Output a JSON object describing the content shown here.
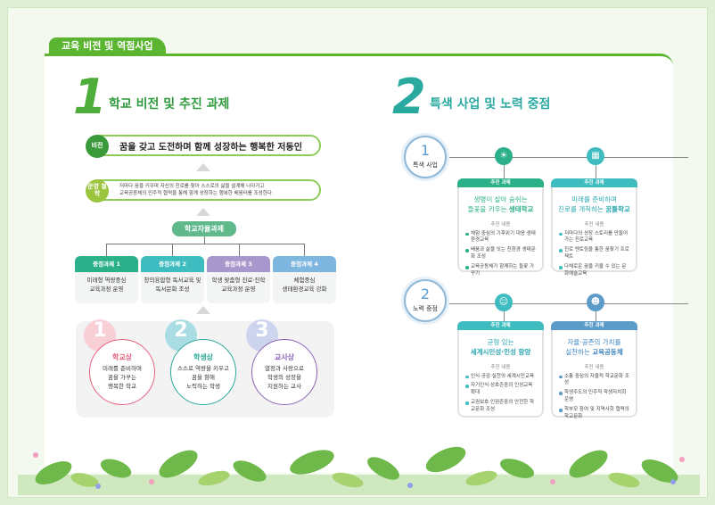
{
  "header": {
    "tab": "교육 비전 및 역점사업"
  },
  "section1": {
    "number": "1",
    "title": "학교 비전 및 추진 과제",
    "vision": {
      "badge": "비전",
      "text": "꿈을 갖고 도전하며 함께 성장하는 행복한 저동인"
    },
    "philosophy": {
      "badge": "운영 철학",
      "line1": "저마다 꿈을 키우며 자신의 진로를 찾아 스스로의 삶을 설계해 나아가고",
      "line2": "교육공동체의 민주적 협력을 통해 함께 성장하는 행복한 배움터를 조성한다."
    },
    "autonomy": "학교자율과제",
    "tasks": [
      {
        "head": "중점과제 1",
        "line1": "미래형 역량중심",
        "line2": "교육과정 운영",
        "color": "#2bb08a"
      },
      {
        "head": "중점과제 2",
        "line1": "창의융합형 독서교육 및",
        "line2": "독서문화 조성",
        "color": "#3fbcc0"
      },
      {
        "head": "중점과제 3",
        "line1": "학생 맞춤형 진로·진학",
        "line2": "교육과정 운영",
        "color": "#a897cc"
      },
      {
        "head": "중점과제 4",
        "line1": "체험중심",
        "line2": "생태환경교육 강화",
        "color": "#7fb6e0"
      }
    ],
    "images": [
      {
        "num": "1",
        "title": "학교상",
        "l1": "미래를 준비하며",
        "l2": "꿈을 가꾸는",
        "l3": "행복한 학교",
        "color": "#e8607e",
        "ghost": "#f7cfd4"
      },
      {
        "num": "2",
        "title": "학생상",
        "l1": "스스로 역량을 키우고",
        "l2": "꿈을 향해",
        "l3": "노력하는 학생",
        "color": "#2aa99a",
        "ghost": "#a9dde3"
      },
      {
        "num": "3",
        "title": "교사상",
        "l1": "열정과 사랑으로",
        "l2": "학생의 성장을",
        "l3": "지원하는 교사",
        "color": "#8c63b8",
        "ghost": "#cdd4ee"
      }
    ]
  },
  "section2": {
    "number": "2",
    "title": "특색 사업 및 노력 중점",
    "rows": [
      {
        "num": "1",
        "label": "특색 사업",
        "cards": [
          {
            "head": "추진 과제",
            "t1": "생명이 살아 숨쉬는",
            "t2a": "들꽃을 키우는 ",
            "t2b": "생태학교",
            "sub": "추진 내용",
            "items": [
              "체험 중심의 기후위기 대응 생태환경교육",
              "배움과 삶을 잇는 친환경 생태문화 조성",
              "교육공동체가 함께하는 들꽃 가꾸기"
            ],
            "color": "#2bb08a"
          },
          {
            "head": "추진 과제",
            "t1": "미래를 준비하며",
            "t2a": "진로를 개척하는 ",
            "t2b": "꿈틀학교",
            "sub": "추진 내용",
            "items": [
              "저마다의 성장 스토리를 만들어가는 진로교육",
              "진로 멘토링을 통한 꿈찾기 프로젝트",
              "다채로운 꿈을 키울 수 있는 문화예술교육"
            ],
            "color": "#3fbcc0"
          }
        ]
      },
      {
        "num": "2",
        "label": "노력 중점",
        "cards": [
          {
            "head": "추진 과제",
            "t1": "균형 있는",
            "t2a": "세계시민성·인성 함양",
            "t2b": "",
            "sub": "추진 내용",
            "items": [
              "인식·공감·실천의 세계시민교육",
              "자기인식·상호존중의 인성교육 확대",
              "교권보호·인권존중의 안전한 학교문화 조성"
            ],
            "color": "#3fbcc0"
          },
          {
            "head": "추진 과제",
            "t1": "자율·공존의 가치를",
            "t2a": "실천하는 ",
            "t2b": "교육공동체",
            "sub": "추진 내용",
            "items": [
              "소통 중심의 자율적 학교문화 조성",
              "학생주도의 민주적 학생자치회 운영",
              "학부모 참여 및 지역사회 협력의 학교문화"
            ],
            "color": "#5b9bc8"
          }
        ]
      }
    ]
  }
}
